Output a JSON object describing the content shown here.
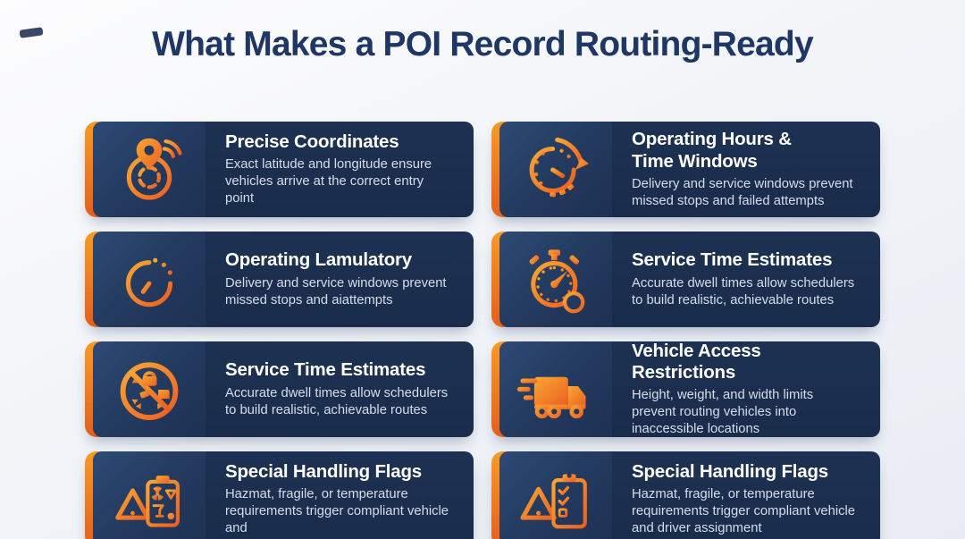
{
  "page": {
    "title": "What Makes a POI Record Routing-Ready"
  },
  "colors": {
    "background": "#f2f4f8",
    "title_navy": "#1f3764",
    "card_accent_orange": "#ef7a1e",
    "icon_panel_navy": "#23395d",
    "text_panel_navy": "#1a2c4b",
    "card_title_white": "#ffffff",
    "card_body_gray": "#d6dde9",
    "icon_orange_light": "#f9a733",
    "icon_orange_dark": "#ec5f22"
  },
  "cards": [
    {
      "icon": "pin-target-icon",
      "title": "Precise Coordinates",
      "body": "Exact latitude and longitude ensure vehicles arrive at the correct entry point"
    },
    {
      "icon": "clock-refresh-icon",
      "title": "Operating Hours &\nTime Windows",
      "body": "Delivery and service windows prevent missed stops and failed attempts"
    },
    {
      "icon": "clock-target-icon",
      "title": "Operating Lamulatory",
      "body": "Delivery and service windows prevent missed stops and aiattempts"
    },
    {
      "icon": "stopwatch-icon",
      "title": "Service Time Estimates",
      "body": "Accurate dwell times allow schedulers to build realistic, achievable routes"
    },
    {
      "icon": "no-dimensions-icon",
      "title": "Service Time Estimates",
      "body": "Accurate dwell times allow schedulers to build realistic, achievable routes"
    },
    {
      "icon": "truck-icon",
      "title": "Vehicle Access Restrictions",
      "body": "Height, weight, and width limits prevent routing vehicles into inaccessible locations"
    },
    {
      "icon": "hazard-clipboard-icon",
      "title": "Special Handling Flags",
      "body": "Hazmat, fragile, or temperature requirements trigger compliant vehicle and"
    },
    {
      "icon": "checklist-warning-icon",
      "title": "Special Handling Flags",
      "body": "Hazmat, fragile, or temperature requirements trigger compliant vehicle and driver assignment"
    }
  ]
}
